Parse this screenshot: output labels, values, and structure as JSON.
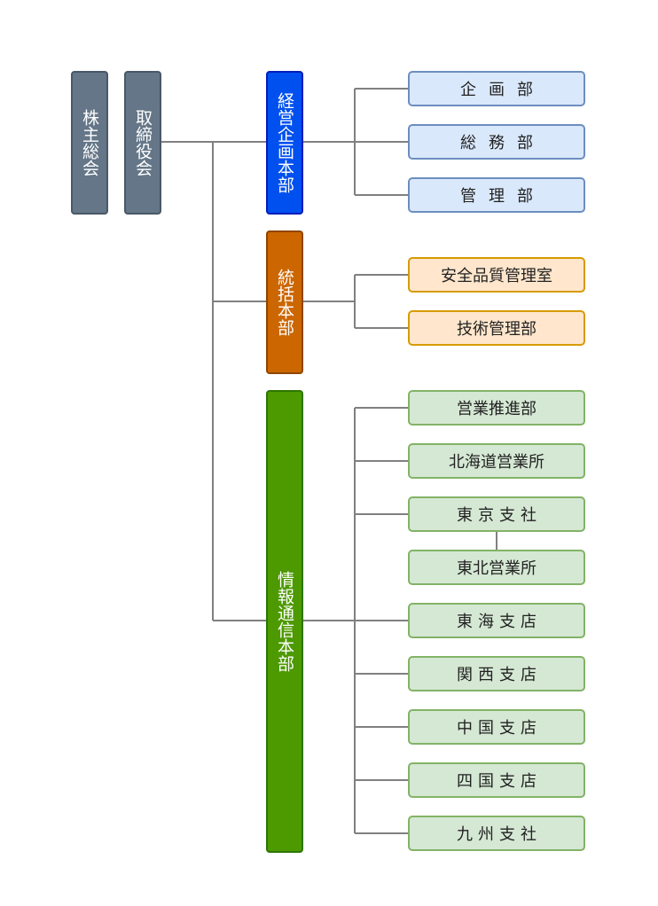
{
  "top": {
    "shareholders": "株主総会",
    "board": "取締役会"
  },
  "divisions": {
    "planning": {
      "label": "経営企画本部",
      "departments": [
        "企画部",
        "総務部",
        "管理部"
      ]
    },
    "control": {
      "label": "統括本部",
      "departments": [
        "安全品質管理室",
        "技術管理部"
      ]
    },
    "it": {
      "label": "情報通信本部",
      "departments": [
        "営業推進部",
        "北海道営業所",
        "東京支社",
        "東北営業所",
        "東海支店",
        "関西支店",
        "中国支店",
        "四国支店",
        "九州支社"
      ]
    }
  },
  "colors": {
    "gray": "#647687",
    "blue": "#0050ef",
    "orange": "#cc6600",
    "green": "#4d9900",
    "light_blue": "#dae8fc",
    "light_orange": "#ffe6cc",
    "light_green": "#d5e8d4",
    "connector": "#808080"
  }
}
